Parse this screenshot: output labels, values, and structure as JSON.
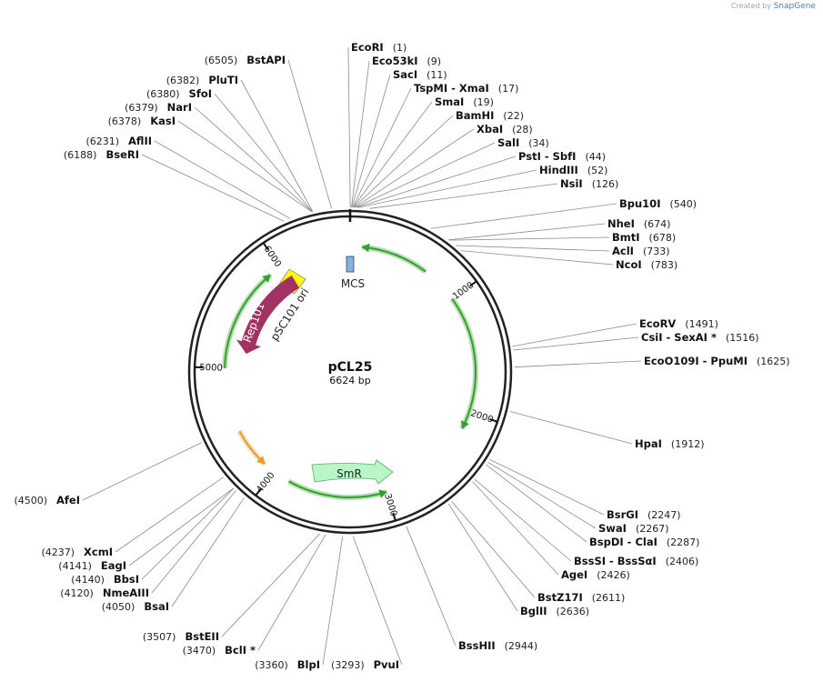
{
  "branding": {
    "prefix": "Created by",
    "product": "SnapGene"
  },
  "plasmid": {
    "name": "pCL25",
    "length_label": "6624 bp",
    "length": 6624
  },
  "ticks": [
    {
      "pos": 1000,
      "label": "1000"
    },
    {
      "pos": 2000,
      "label": "2000"
    },
    {
      "pos": 3000,
      "label": "3000"
    },
    {
      "pos": 4000,
      "label": "4000"
    },
    {
      "pos": 5000,
      "label": "5000"
    },
    {
      "pos": 6000,
      "label": "6000"
    }
  ],
  "features": [
    {
      "name": "MCS",
      "type": "box",
      "start": 1,
      "end": 130,
      "color": "#7fb3e6"
    },
    {
      "name": "pSC101 ori",
      "type": "box",
      "start": 6200,
      "end": 6420,
      "color": "#ffff00"
    },
    {
      "name": "Rep101",
      "type": "arrow",
      "start": 5150,
      "end": 6050,
      "direction": "reverse",
      "color": "#a23264"
    },
    {
      "name": "SmR",
      "type": "arrow",
      "start": 3150,
      "end": 3650,
      "direction": "forward",
      "color": "#b9f6c6"
    }
  ],
  "orfs": [
    {
      "start": 100,
      "end": 680,
      "direction": "reverse",
      "color": "#33a02c"
    },
    {
      "start": 1000,
      "end": 2150,
      "direction": "forward",
      "color": "#33a02c"
    },
    {
      "start": 3000,
      "end": 3850,
      "direction": "reverse",
      "color": "#33a02c"
    },
    {
      "start": 4100,
      "end": 4450,
      "direction": "reverse",
      "color": "#e69b2c"
    },
    {
      "start": 5000,
      "end": 5900,
      "direction": "forward",
      "color": "#33a02c"
    }
  ],
  "sites": {
    "top_right": [
      {
        "name": "EcoRI",
        "pos": "(1)",
        "bp": 1
      },
      {
        "name": "Eco53kI",
        "pos": "(9)",
        "bp": 9
      },
      {
        "name": "SacI",
        "pos": "(11)",
        "bp": 11
      },
      {
        "name": "TspMI  -  XmaI",
        "pos": "(17)",
        "bp": 17
      },
      {
        "name": "SmaI",
        "pos": "(19)",
        "bp": 19
      },
      {
        "name": "BamHI",
        "pos": "(22)",
        "bp": 22
      },
      {
        "name": "XbaI",
        "pos": "(28)",
        "bp": 28
      },
      {
        "name": "SalI",
        "pos": "(34)",
        "bp": 34
      },
      {
        "name": "PstI  -  SbfI",
        "pos": "(44)",
        "bp": 44
      },
      {
        "name": "HindIII",
        "pos": "(52)",
        "bp": 52
      },
      {
        "name": "NsiI",
        "pos": "(126)",
        "bp": 126
      }
    ],
    "right_upper": [
      {
        "name": "Bpu10I",
        "pos": "(540)",
        "bp": 540
      },
      {
        "name": "NheI",
        "pos": "(674)",
        "bp": 674
      },
      {
        "name": "BmtI",
        "pos": "(678)",
        "bp": 678
      },
      {
        "name": "AclI",
        "pos": "(733)",
        "bp": 733
      },
      {
        "name": "NcoI",
        "pos": "(783)",
        "bp": 783
      }
    ],
    "right_middle": [
      {
        "name": "EcoRV",
        "pos": "(1491)",
        "bp": 1491
      },
      {
        "name": "CsiI  -  SexAI *",
        "pos": "(1516)",
        "bp": 1516
      },
      {
        "name": "EcoO109I  -  PpuMI",
        "pos": "(1625)",
        "bp": 1625
      },
      {
        "name": "HpaI",
        "pos": "(1912)",
        "bp": 1912
      }
    ],
    "right_lower": [
      {
        "name": "BsrGI",
        "pos": "(2247)",
        "bp": 2247
      },
      {
        "name": "SwaI",
        "pos": "(2267)",
        "bp": 2267
      },
      {
        "name": "BspDI  -  ClaI",
        "pos": "(2287)",
        "bp": 2287
      },
      {
        "name": "BssSI  -  BssSαI",
        "pos": "(2406)",
        "bp": 2406
      },
      {
        "name": "AgeI",
        "pos": "(2426)",
        "bp": 2426
      },
      {
        "name": "BstZ17I",
        "pos": "(2611)",
        "bp": 2611
      },
      {
        "name": "BglII",
        "pos": "(2636)",
        "bp": 2636
      },
      {
        "name": "BssHII",
        "pos": "(2944)",
        "bp": 2944
      }
    ],
    "bottom_left": [
      {
        "name": "PvuI",
        "pos": "(3293)",
        "bp": 3293
      },
      {
        "name": "BlpI",
        "pos": "(3360)",
        "bp": 3360
      },
      {
        "name": "BclI *",
        "pos": "(3470)",
        "bp": 3470
      },
      {
        "name": "BstEII",
        "pos": "(3507)",
        "bp": 3507
      }
    ],
    "left_lower": [
      {
        "name": "BsaI",
        "pos": "(4050)",
        "bp": 4050
      },
      {
        "name": "NmeAIII",
        "pos": "(4120)",
        "bp": 4120
      },
      {
        "name": "BbsI",
        "pos": "(4140)",
        "bp": 4140
      },
      {
        "name": "EagI",
        "pos": "(4141)",
        "bp": 4141
      },
      {
        "name": "XcmI",
        "pos": "(4237)",
        "bp": 4237
      },
      {
        "name": "AfeI",
        "pos": "(4500)",
        "bp": 4500
      }
    ],
    "left_upper": [
      {
        "name": "BseRI",
        "pos": "(6188)",
        "bp": 6188
      },
      {
        "name": "AflII",
        "pos": "(6231)",
        "bp": 6231
      },
      {
        "name": "KasI",
        "pos": "(6378)",
        "bp": 6378
      },
      {
        "name": "NarI",
        "pos": "(6379)",
        "bp": 6379
      },
      {
        "name": "SfoI",
        "pos": "(6380)",
        "bp": 6380
      },
      {
        "name": "PluTI",
        "pos": "(6382)",
        "bp": 6382
      },
      {
        "name": "BstAPI",
        "pos": "(6505)",
        "bp": 6505
      }
    ]
  }
}
